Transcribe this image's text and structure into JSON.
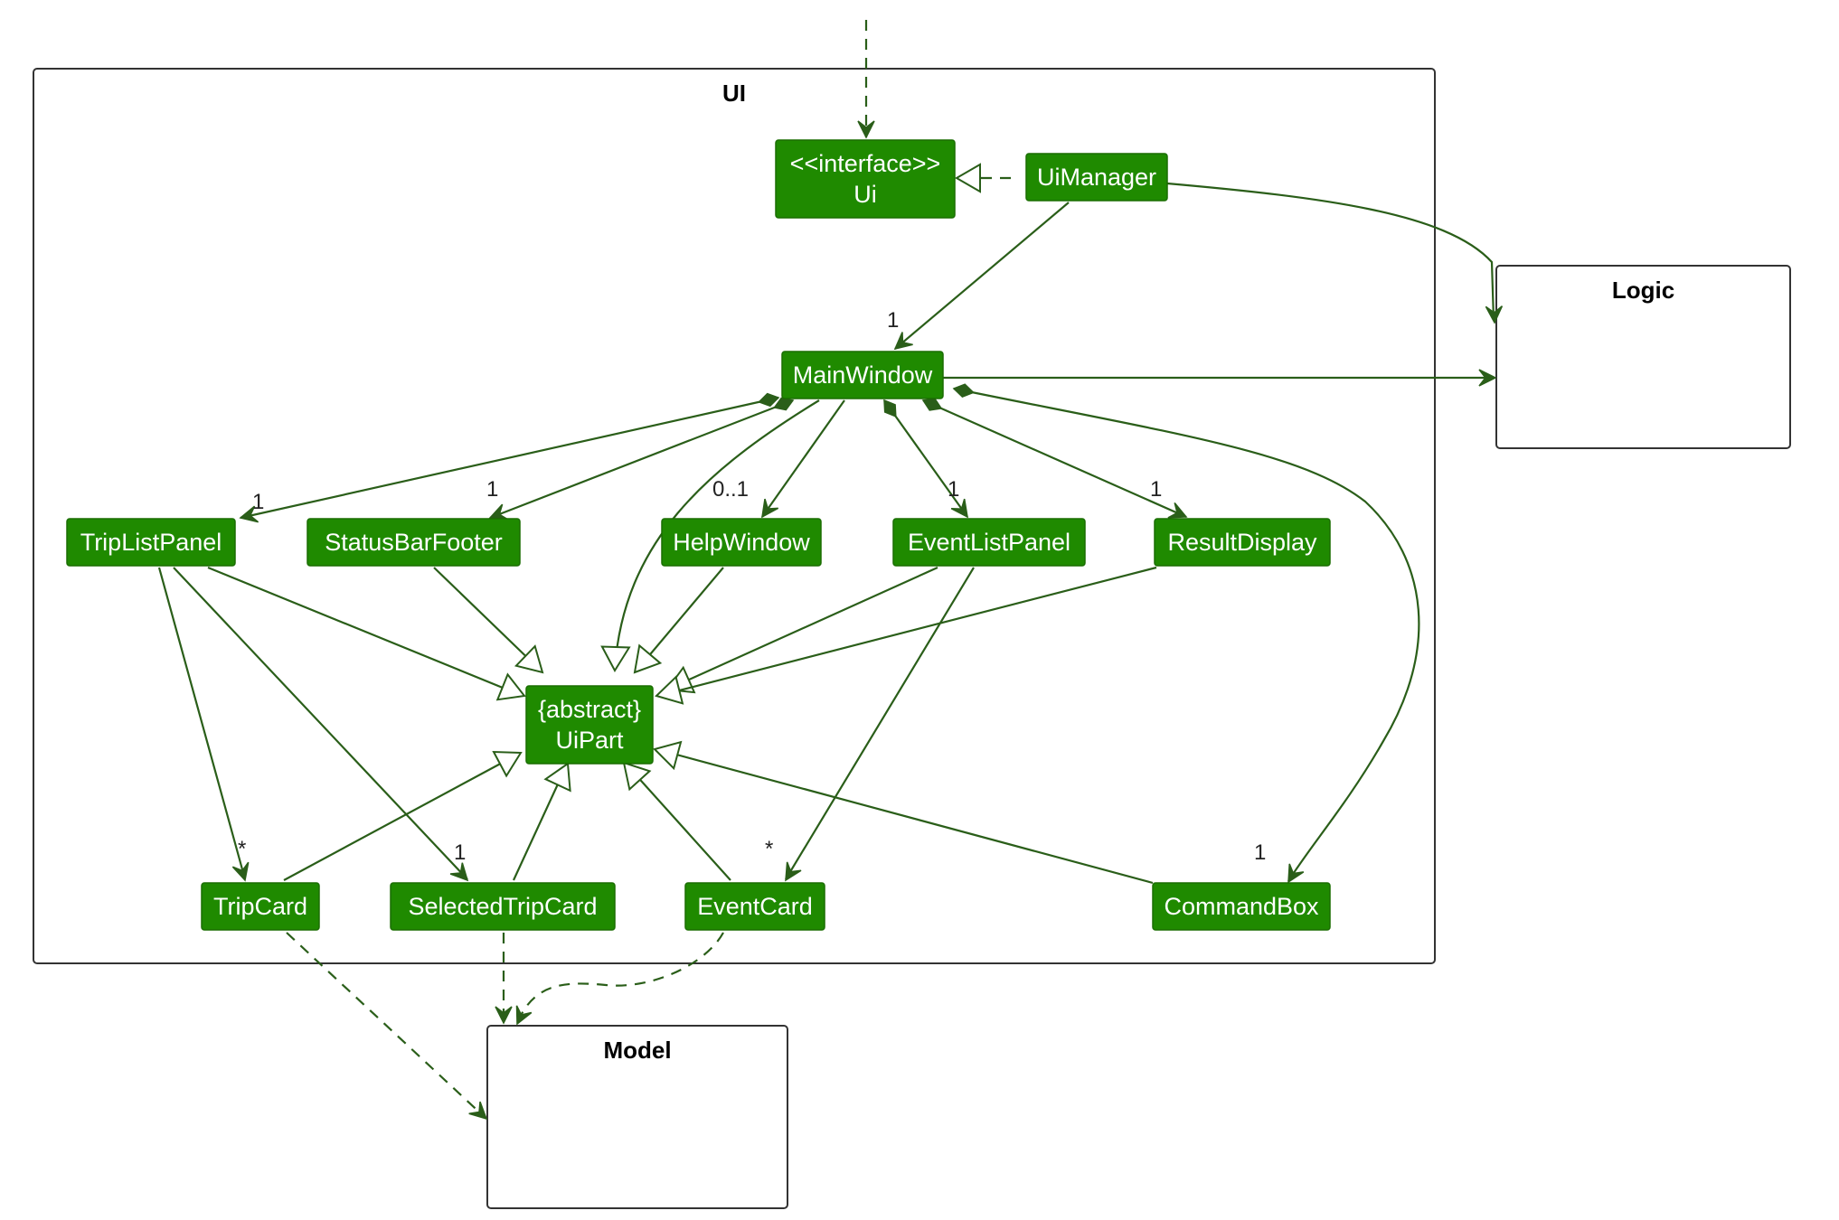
{
  "packages": [
    {
      "id": "ui",
      "title": "UI"
    },
    {
      "id": "logic",
      "title": "Logic"
    },
    {
      "id": "model",
      "title": "Model"
    }
  ],
  "classes": [
    {
      "id": "ui_iface",
      "lines": [
        "<<interface>>",
        "Ui"
      ]
    },
    {
      "id": "uimanager",
      "lines": [
        "UiManager"
      ]
    },
    {
      "id": "mainwindow",
      "lines": [
        "MainWindow"
      ]
    },
    {
      "id": "triplistpanel",
      "lines": [
        "TripListPanel"
      ]
    },
    {
      "id": "statusbarfooter",
      "lines": [
        "StatusBarFooter"
      ]
    },
    {
      "id": "helpwindow",
      "lines": [
        "HelpWindow"
      ]
    },
    {
      "id": "eventlistpanel",
      "lines": [
        "EventListPanel"
      ]
    },
    {
      "id": "resultdisplay",
      "lines": [
        "ResultDisplay"
      ]
    },
    {
      "id": "uipart",
      "lines": [
        "{abstract}",
        "UiPart"
      ]
    },
    {
      "id": "tripcard",
      "lines": [
        "TripCard"
      ]
    },
    {
      "id": "selectedtripcard",
      "lines": [
        "SelectedTripCard"
      ]
    },
    {
      "id": "eventcard",
      "lines": [
        "EventCard"
      ]
    },
    {
      "id": "commandbox",
      "lines": [
        "CommandBox"
      ]
    }
  ],
  "relationships": [
    {
      "from": "external",
      "to": "ui_iface",
      "kind": "dependency"
    },
    {
      "from": "uimanager",
      "to": "ui_iface",
      "kind": "realization"
    },
    {
      "from": "uimanager",
      "to": "logic",
      "kind": "association"
    },
    {
      "from": "uimanager",
      "to": "mainwindow",
      "kind": "association",
      "multiplicity": "1"
    },
    {
      "from": "mainwindow",
      "to": "logic",
      "kind": "association"
    },
    {
      "from": "mainwindow",
      "to": "triplistpanel",
      "kind": "composition",
      "multiplicity": "1"
    },
    {
      "from": "mainwindow",
      "to": "statusbarfooter",
      "kind": "composition",
      "multiplicity": "1"
    },
    {
      "from": "mainwindow",
      "to": "helpwindow",
      "kind": "association",
      "multiplicity": "0..1"
    },
    {
      "from": "mainwindow",
      "to": "eventlistpanel",
      "kind": "composition",
      "multiplicity": "1"
    },
    {
      "from": "mainwindow",
      "to": "resultdisplay",
      "kind": "composition",
      "multiplicity": "1"
    },
    {
      "from": "mainwindow",
      "to": "commandbox",
      "kind": "composition",
      "multiplicity": "1"
    },
    {
      "from": "mainwindow",
      "to": "uipart",
      "kind": "inheritance"
    },
    {
      "from": "triplistpanel",
      "to": "uipart",
      "kind": "inheritance"
    },
    {
      "from": "statusbarfooter",
      "to": "uipart",
      "kind": "inheritance"
    },
    {
      "from": "helpwindow",
      "to": "uipart",
      "kind": "inheritance"
    },
    {
      "from": "eventlistpanel",
      "to": "uipart",
      "kind": "inheritance"
    },
    {
      "from": "resultdisplay",
      "to": "uipart",
      "kind": "inheritance"
    },
    {
      "from": "tripcard",
      "to": "uipart",
      "kind": "inheritance"
    },
    {
      "from": "selectedtripcard",
      "to": "uipart",
      "kind": "inheritance"
    },
    {
      "from": "eventcard",
      "to": "uipart",
      "kind": "inheritance"
    },
    {
      "from": "commandbox",
      "to": "uipart",
      "kind": "inheritance"
    },
    {
      "from": "triplistpanel",
      "to": "tripcard",
      "kind": "association",
      "multiplicity": "*"
    },
    {
      "from": "triplistpanel",
      "to": "selectedtripcard",
      "kind": "association",
      "multiplicity": "1"
    },
    {
      "from": "eventlistpanel",
      "to": "eventcard",
      "kind": "association",
      "multiplicity": "*"
    },
    {
      "from": "tripcard",
      "to": "model",
      "kind": "dependency"
    },
    {
      "from": "selectedtripcard",
      "to": "model",
      "kind": "dependency"
    },
    {
      "from": "eventcard",
      "to": "model",
      "kind": "dependency"
    }
  ]
}
